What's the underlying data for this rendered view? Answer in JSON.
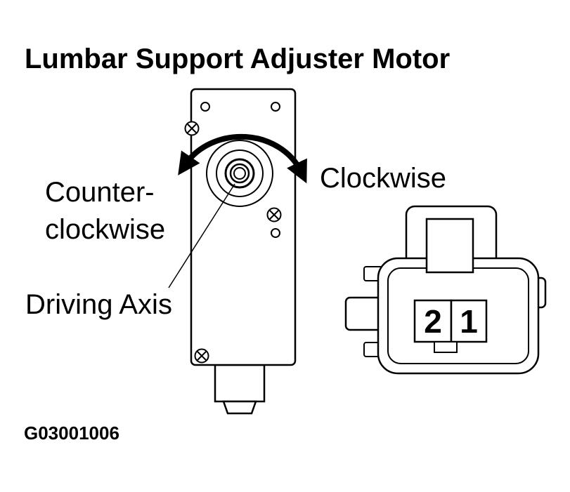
{
  "title": "Lumbar Support Adjuster Motor",
  "figure_id": "G03001006",
  "labels": {
    "counterclockwise_line1": "Counter-",
    "counterclockwise_line2": "clockwise",
    "clockwise": "Clockwise",
    "driving_axis": "Driving Axis"
  },
  "connector_pins": {
    "pin2": "2",
    "pin1": "1"
  },
  "icons": {
    "rotation_arrow": "curved-double-headed-arrow",
    "screw_marks": "circle-with-x-screw",
    "driving_axis_symbol": "concentric-circles"
  },
  "colors": {
    "line": "#000000",
    "background": "#ffffff"
  }
}
